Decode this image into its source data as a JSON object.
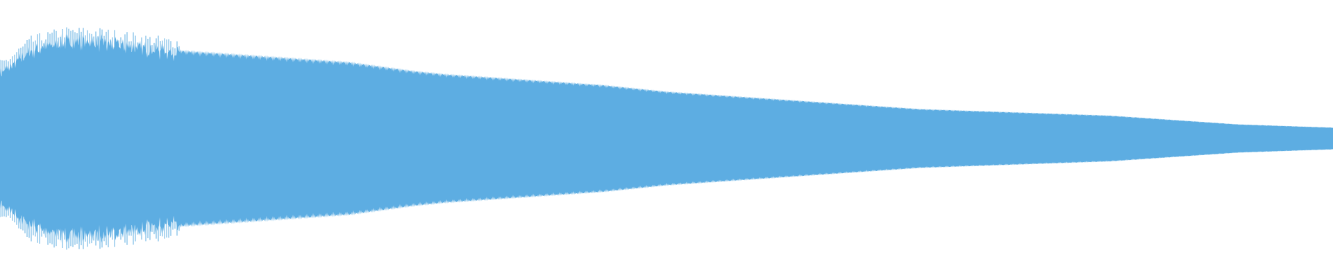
{
  "waveform": {
    "color": "#5dade2",
    "background": "#ffffff",
    "peak_envelope": [
      0.6,
      0.82,
      0.9,
      0.9,
      0.86,
      0.82,
      0.8,
      0.78,
      0.76,
      0.74,
      0.72,
      0.7,
      0.66,
      0.62,
      0.59,
      0.57,
      0.55,
      0.53,
      0.51,
      0.49,
      0.46,
      0.43,
      0.41,
      0.39,
      0.37,
      0.35,
      0.33,
      0.31,
      0.29,
      0.27,
      0.26,
      0.25,
      0.24,
      0.23,
      0.22,
      0.21,
      0.19,
      0.17,
      0.15,
      0.13,
      0.12,
      0.11,
      0.1
    ],
    "oscillation_cycles": 430,
    "detail_seed": 7
  }
}
